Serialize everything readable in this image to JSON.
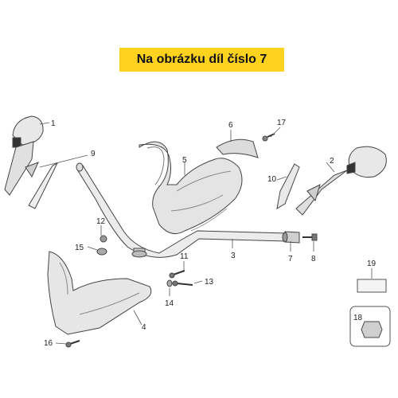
{
  "banner": {
    "text": "Na obrázku díl číslo 7",
    "color": "#ffd21f"
  },
  "callouts": {
    "c1": "1",
    "c2": "2",
    "c3": "3",
    "c4": "4",
    "c5": "5",
    "c6": "6",
    "c7": "7",
    "c8": "8",
    "c9": "9",
    "c10": "10",
    "c11": "11",
    "c12": "12",
    "c13": "13",
    "c14": "14",
    "c15": "15",
    "c16": "16",
    "c17": "17",
    "c18": "18",
    "c19": "19"
  }
}
